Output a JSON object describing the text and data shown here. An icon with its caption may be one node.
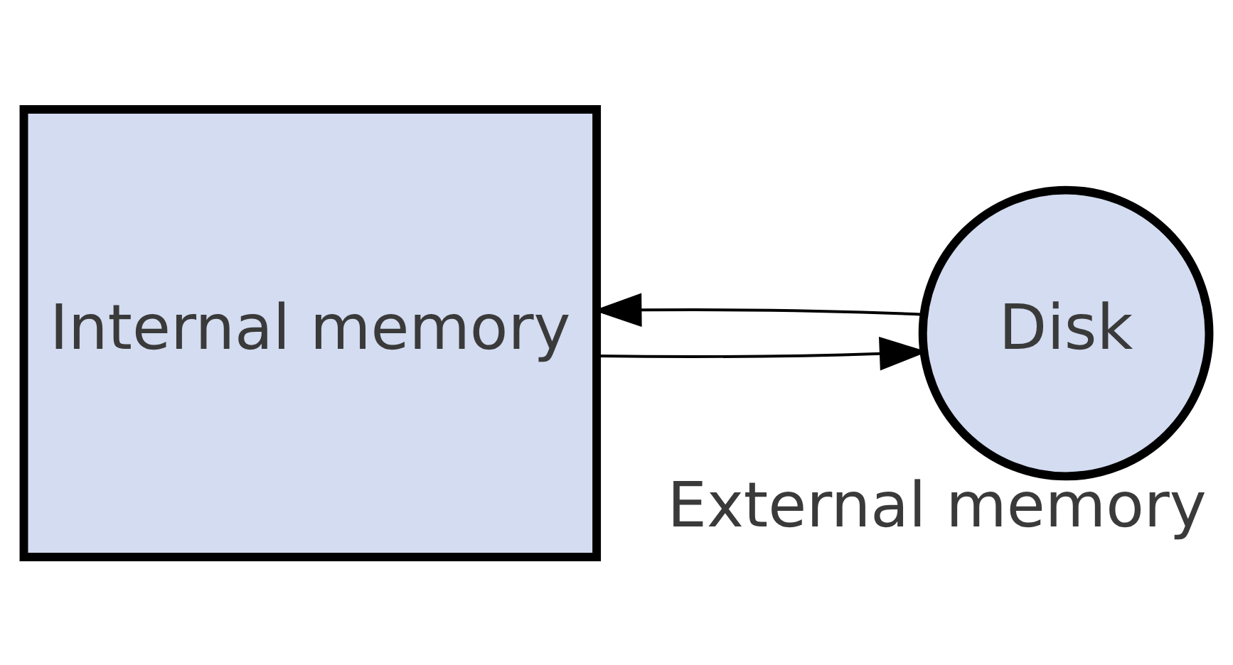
{
  "diagram": {
    "nodes": [
      {
        "text": [
          "Internal memory"
        ]
      },
      {
        "text": [
          "Disk"
        ],
        "beside": [
          "External memory"
        ]
      }
    ],
    "edges": [
      {
        "from": 1,
        "to": 0,
        "arrow": "to"
      },
      {
        "from": 0,
        "to": 1,
        "arrow": "to"
      }
    ]
  }
}
